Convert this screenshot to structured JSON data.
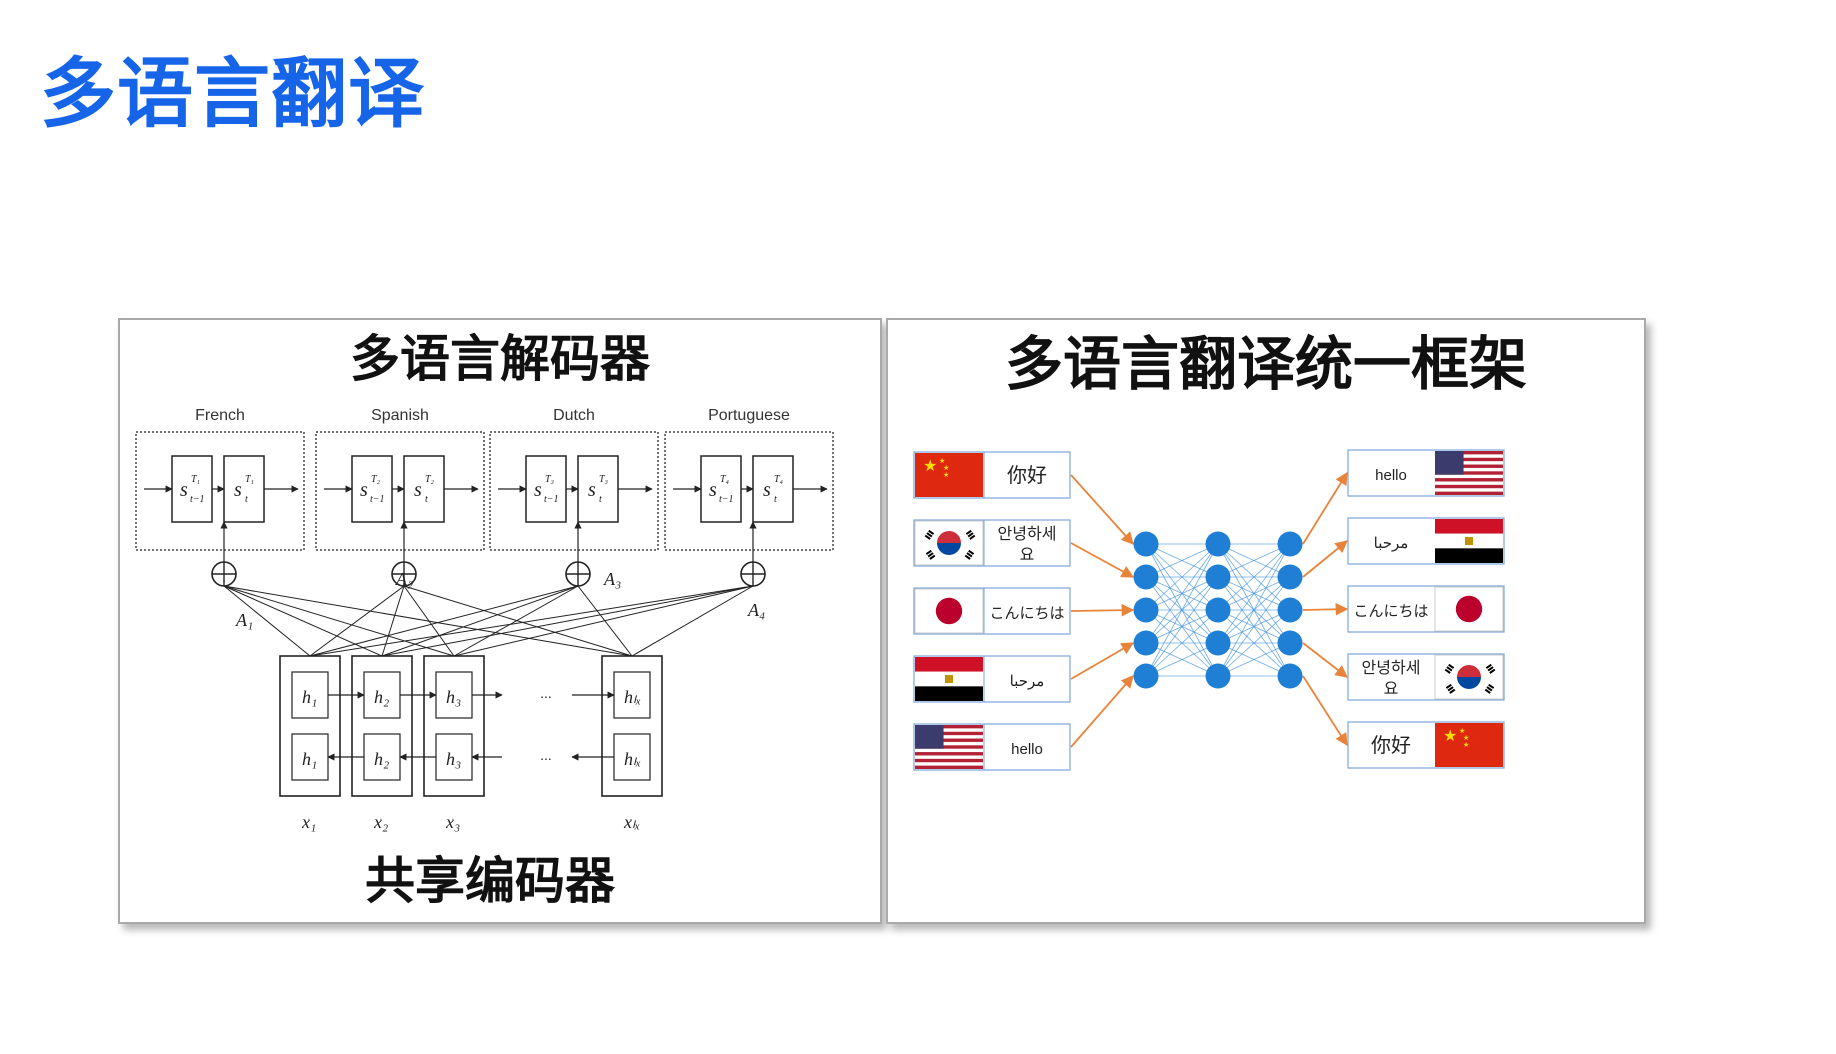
{
  "title": "多语言翻译",
  "left_panel": {
    "title": "多语言解码器",
    "footer": "共享编码器",
    "decoders": [
      {
        "language": "French",
        "prev_state": "s",
        "prev_sup": "T₁",
        "prev_sub": "t−1",
        "state": "s",
        "state_sup": "T₁",
        "state_sub": "t",
        "attention": "A₁"
      },
      {
        "language": "Spanish",
        "prev_state": "s",
        "prev_sup": "T₂",
        "prev_sub": "t−1",
        "state": "s",
        "state_sup": "T₂",
        "state_sub": "t",
        "attention": "A₂"
      },
      {
        "language": "Dutch",
        "prev_state": "s",
        "prev_sup": "T₃",
        "prev_sub": "t−1",
        "state": "s",
        "state_sup": "T₃",
        "state_sub": "t",
        "attention": "A₃"
      },
      {
        "language": "Portuguese",
        "prev_state": "s",
        "prev_sup": "T₄",
        "prev_sub": "t−1",
        "state": "s",
        "state_sup": "T₄",
        "state_sub": "t",
        "attention": "A₄"
      }
    ],
    "encoder": {
      "columns": [
        {
          "fwd": "h₁",
          "bwd": "h₁",
          "input": "x₁"
        },
        {
          "fwd": "h₂",
          "bwd": "h₂",
          "input": "x₂"
        },
        {
          "fwd": "h₃",
          "bwd": "h₃",
          "input": "x₃"
        },
        {
          "fwd": "hₗₓ",
          "bwd": "hₗₓ",
          "input": "xₗₓ"
        }
      ],
      "ellipsis": "..."
    }
  },
  "right_panel": {
    "title": "多语言翻译统一框架",
    "inputs": [
      {
        "flag": "china-flag",
        "text": "你好"
      },
      {
        "flag": "korea-flag",
        "text": "안녕하세",
        "text2": "요"
      },
      {
        "flag": "japan-flag",
        "text": "こんにちは"
      },
      {
        "flag": "egypt-flag",
        "text": "مرحبا"
      },
      {
        "flag": "usa-flag",
        "text": "hello"
      }
    ],
    "outputs": [
      {
        "flag": "usa-flag",
        "text": "hello"
      },
      {
        "flag": "egypt-flag",
        "text": "مرحبا"
      },
      {
        "flag": "japan-flag",
        "text": "こんにちは"
      },
      {
        "flag": "korea-flag",
        "text": "안녕하세",
        "text2": "요"
      },
      {
        "flag": "china-flag",
        "text": "你好"
      }
    ],
    "colors": {
      "node": "#1f7fd4",
      "edge": "#3d8fe0",
      "arrow": "#e8833a"
    }
  }
}
